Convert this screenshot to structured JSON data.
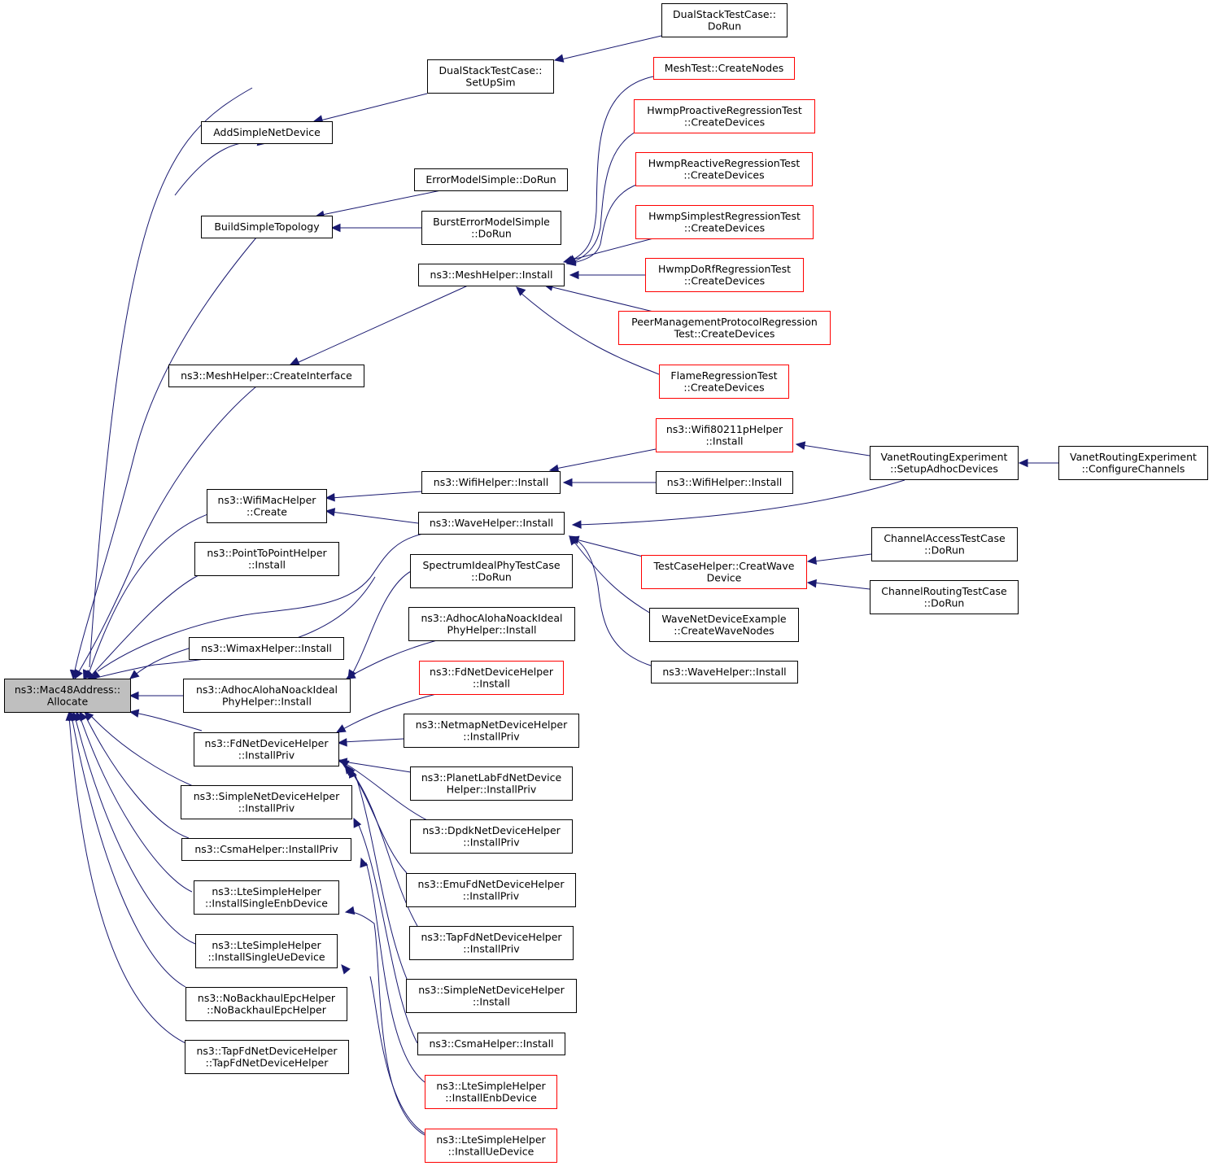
{
  "colors": {
    "edge": "#191970",
    "box_normal": "#000000",
    "box_truncated": "#ff0000",
    "box_root_fill": "#bfbfbf",
    "box_fill": "#ffffff"
  },
  "nodes": [
    {
      "id": "root",
      "lines": [
        "ns3::Mac48Address::",
        "Allocate"
      ],
      "style": "root"
    },
    {
      "id": "n1",
      "lines": [
        "AddSimpleNetDevice"
      ],
      "style": "normal"
    },
    {
      "id": "n2",
      "lines": [
        "BuildSimpleTopology"
      ],
      "style": "normal"
    },
    {
      "id": "n3",
      "lines": [
        "ns3::MeshHelper::CreateInterface"
      ],
      "style": "normal"
    },
    {
      "id": "n4",
      "lines": [
        "ns3::WifiMacHelper",
        "::Create"
      ],
      "style": "normal"
    },
    {
      "id": "n5",
      "lines": [
        "ns3::PointToPointHelper",
        "::Install"
      ],
      "style": "normal"
    },
    {
      "id": "n6",
      "lines": [
        "ns3::WimaxHelper::Install"
      ],
      "style": "normal"
    },
    {
      "id": "n7",
      "lines": [
        "ns3::AdhocAlohaNoackIdeal",
        "PhyHelper::Install"
      ],
      "style": "normal"
    },
    {
      "id": "n8",
      "lines": [
        "ns3::FdNetDeviceHelper",
        "::InstallPriv"
      ],
      "style": "normal"
    },
    {
      "id": "n9",
      "lines": [
        "ns3::SimpleNetDeviceHelper",
        "::InstallPriv"
      ],
      "style": "normal"
    },
    {
      "id": "n10",
      "lines": [
        "ns3::CsmaHelper::InstallPriv"
      ],
      "style": "normal"
    },
    {
      "id": "n11",
      "lines": [
        "ns3::LteSimpleHelper",
        "::InstallSingleEnbDevice"
      ],
      "style": "normal"
    },
    {
      "id": "n12",
      "lines": [
        "ns3::LteSimpleHelper",
        "::InstallSingleUeDevice"
      ],
      "style": "normal"
    },
    {
      "id": "n13",
      "lines": [
        "ns3::NoBackhaulEpcHelper",
        "::NoBackhaulEpcHelper"
      ],
      "style": "normal"
    },
    {
      "id": "n14",
      "lines": [
        "ns3::TapFdNetDeviceHelper",
        "::TapFdNetDeviceHelper"
      ],
      "style": "normal"
    },
    {
      "id": "m1",
      "lines": [
        "DualStackTestCase::",
        "SetUpSim"
      ],
      "style": "normal"
    },
    {
      "id": "m2",
      "lines": [
        "ErrorModelSimple::DoRun"
      ],
      "style": "normal"
    },
    {
      "id": "m3",
      "lines": [
        "BurstErrorModelSimple",
        "::DoRun"
      ],
      "style": "normal"
    },
    {
      "id": "m4",
      "lines": [
        "ns3::MeshHelper::Install"
      ],
      "style": "normal"
    },
    {
      "id": "m5",
      "lines": [
        "ns3::WifiHelper::Install"
      ],
      "style": "normal"
    },
    {
      "id": "m6",
      "lines": [
        "ns3::WaveHelper::Install"
      ],
      "style": "normal"
    },
    {
      "id": "m7",
      "lines": [
        "SpectrumIdealPhyTestCase",
        "::DoRun"
      ],
      "style": "normal"
    },
    {
      "id": "m8",
      "lines": [
        "ns3::AdhocAlohaNoackIdeal",
        "PhyHelper::Install"
      ],
      "style": "normal"
    },
    {
      "id": "m9",
      "lines": [
        "ns3::FdNetDeviceHelper",
        "::Install"
      ],
      "style": "truncated"
    },
    {
      "id": "m10",
      "lines": [
        "ns3::NetmapNetDeviceHelper",
        "::InstallPriv"
      ],
      "style": "normal"
    },
    {
      "id": "m11",
      "lines": [
        "ns3::PlanetLabFdNetDevice",
        "Helper::InstallPriv"
      ],
      "style": "normal"
    },
    {
      "id": "m12",
      "lines": [
        "ns3::DpdkNetDeviceHelper",
        "::InstallPriv"
      ],
      "style": "normal"
    },
    {
      "id": "m13",
      "lines": [
        "ns3::EmuFdNetDeviceHelper",
        "::InstallPriv"
      ],
      "style": "normal"
    },
    {
      "id": "m14",
      "lines": [
        "ns3::TapFdNetDeviceHelper",
        "::InstallPriv"
      ],
      "style": "normal"
    },
    {
      "id": "m15",
      "lines": [
        "ns3::SimpleNetDeviceHelper",
        "::Install"
      ],
      "style": "normal"
    },
    {
      "id": "m16",
      "lines": [
        "ns3::CsmaHelper::Install"
      ],
      "style": "normal"
    },
    {
      "id": "m17",
      "lines": [
        "ns3::LteSimpleHelper",
        "::InstallEnbDevice"
      ],
      "style": "truncated"
    },
    {
      "id": "m18",
      "lines": [
        "ns3::LteSimpleHelper",
        "::InstallUeDevice"
      ],
      "style": "truncated"
    },
    {
      "id": "r1",
      "lines": [
        "DualStackTestCase::",
        "DoRun"
      ],
      "style": "normal"
    },
    {
      "id": "r2",
      "lines": [
        "MeshTest::CreateNodes"
      ],
      "style": "truncated"
    },
    {
      "id": "r3",
      "lines": [
        "HwmpProactiveRegressionTest",
        "::CreateDevices"
      ],
      "style": "truncated"
    },
    {
      "id": "r4",
      "lines": [
        "HwmpReactiveRegressionTest",
        "::CreateDevices"
      ],
      "style": "truncated"
    },
    {
      "id": "r5",
      "lines": [
        "HwmpSimplestRegressionTest",
        "::CreateDevices"
      ],
      "style": "truncated"
    },
    {
      "id": "r6",
      "lines": [
        "HwmpDoRfRegressionTest",
        "::CreateDevices"
      ],
      "style": "truncated"
    },
    {
      "id": "r7",
      "lines": [
        "PeerManagementProtocolRegression",
        "Test::CreateDevices"
      ],
      "style": "truncated"
    },
    {
      "id": "r8",
      "lines": [
        "FlameRegressionTest",
        "::CreateDevices"
      ],
      "style": "truncated"
    },
    {
      "id": "r9",
      "lines": [
        "ns3::Wifi80211pHelper",
        "::Install"
      ],
      "style": "truncated"
    },
    {
      "id": "r10",
      "lines": [
        "ns3::WifiHelper::Install"
      ],
      "style": "normal"
    },
    {
      "id": "r11",
      "lines": [
        "TestCaseHelper::CreatWave",
        "Device"
      ],
      "style": "truncated"
    },
    {
      "id": "r12",
      "lines": [
        "WaveNetDeviceExample",
        "::CreateWaveNodes"
      ],
      "style": "normal"
    },
    {
      "id": "r13",
      "lines": [
        "ns3::WaveHelper::Install"
      ],
      "style": "normal"
    },
    {
      "id": "s1",
      "lines": [
        "VanetRoutingExperiment",
        "::SetupAdhocDevices"
      ],
      "style": "normal"
    },
    {
      "id": "s2",
      "lines": [
        "ChannelAccessTestCase",
        "::DoRun"
      ],
      "style": "normal"
    },
    {
      "id": "s3",
      "lines": [
        "ChannelRoutingTestCase",
        "::DoRun"
      ],
      "style": "normal"
    },
    {
      "id": "t1",
      "lines": [
        "VanetRoutingExperiment",
        "::ConfigureChannels"
      ],
      "style": "normal"
    }
  ]
}
